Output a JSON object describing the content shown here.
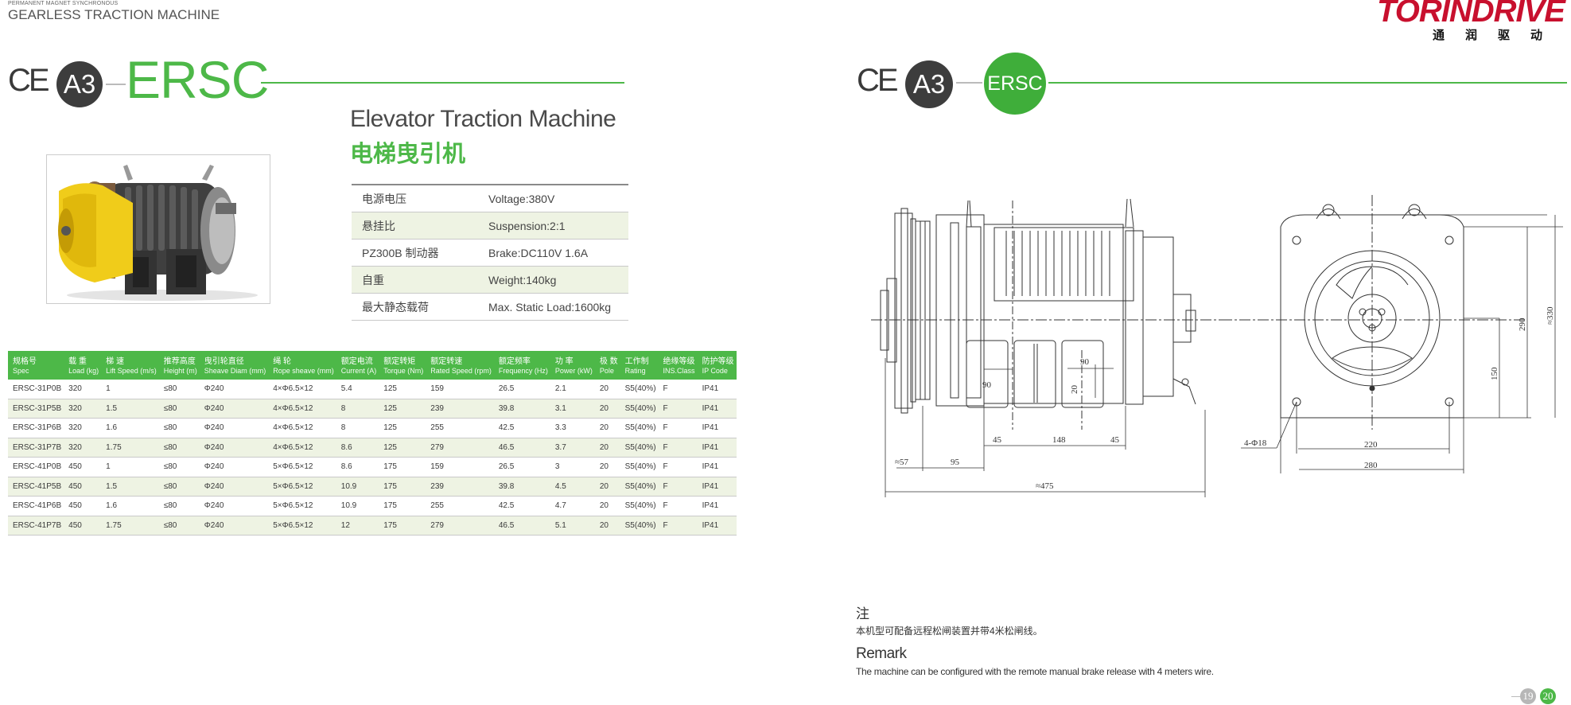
{
  "header": {
    "small_text": "PERMANENT MAGNET SYNCHRONOUS",
    "big_text": "GEARLESS TRACTION MACHINE"
  },
  "brand": {
    "logo": "TORINDRIVE",
    "logo_cn": "通润驱动",
    "colors": {
      "logo_red": "#c8102e",
      "accent_green": "#4db848",
      "dark_circle": "#3d3d3d"
    }
  },
  "left_page": {
    "ce_mark": "CE",
    "badge_a3": "A3",
    "model_title": "ERSC",
    "title_en": "Elevator Traction Machine",
    "title_cn": "电梯曳引机",
    "specs": [
      {
        "label": "电源电压",
        "value": "Voltage:380V"
      },
      {
        "label": "悬挂比",
        "value": "Suspension:2:1"
      },
      {
        "label": "PZ300B 制动器",
        "value": "Brake:DC110V 1.6A"
      },
      {
        "label": "自重",
        "value": "Weight:140kg"
      },
      {
        "label": "最大静态载荷",
        "value": "Max. Static Load:1600kg"
      }
    ],
    "table": {
      "columns": [
        {
          "cn": "规格号",
          "en": "Spec"
        },
        {
          "cn": "载 重",
          "en": "Load (kg)"
        },
        {
          "cn": "梯 速",
          "en": "Lift Speed (m/s)"
        },
        {
          "cn": "推荐高度",
          "en": "Height (m)"
        },
        {
          "cn": "曳引轮直径",
          "en": "Sheave Diam (mm)"
        },
        {
          "cn": "绳 轮",
          "en": "Rope sheave (mm)"
        },
        {
          "cn": "额定电流",
          "en": "Current (A)"
        },
        {
          "cn": "额定转矩",
          "en": "Torque (Nm)"
        },
        {
          "cn": "额定转速",
          "en": "Rated Speed (rpm)"
        },
        {
          "cn": "额定频率",
          "en": "Frequency (Hz)"
        },
        {
          "cn": "功 率",
          "en": "Power (kW)"
        },
        {
          "cn": "极 数",
          "en": "Pole"
        },
        {
          "cn": "工作制",
          "en": "Rating"
        },
        {
          "cn": "绝缘等级",
          "en": "INS.Class"
        },
        {
          "cn": "防护等级",
          "en": "IP Code"
        }
      ],
      "rows": [
        [
          "ERSC-31P0B",
          "320",
          "1",
          "≤80",
          "Φ240",
          "4×Φ6.5×12",
          "5.4",
          "125",
          "159",
          "26.5",
          "2.1",
          "20",
          "S5(40%)",
          "F",
          "IP41"
        ],
        [
          "ERSC-31P5B",
          "320",
          "1.5",
          "≤80",
          "Φ240",
          "4×Φ6.5×12",
          "8",
          "125",
          "239",
          "39.8",
          "3.1",
          "20",
          "S5(40%)",
          "F",
          "IP41"
        ],
        [
          "ERSC-31P6B",
          "320",
          "1.6",
          "≤80",
          "Φ240",
          "4×Φ6.5×12",
          "8",
          "125",
          "255",
          "42.5",
          "3.3",
          "20",
          "S5(40%)",
          "F",
          "IP41"
        ],
        [
          "ERSC-31P7B",
          "320",
          "1.75",
          "≤80",
          "Φ240",
          "4×Φ6.5×12",
          "8.6",
          "125",
          "279",
          "46.5",
          "3.7",
          "20",
          "S5(40%)",
          "F",
          "IP41"
        ],
        [
          "ERSC-41P0B",
          "450",
          "1",
          "≤80",
          "Φ240",
          "5×Φ6.5×12",
          "8.6",
          "175",
          "159",
          "26.5",
          "3",
          "20",
          "S5(40%)",
          "F",
          "IP41"
        ],
        [
          "ERSC-41P5B",
          "450",
          "1.5",
          "≤80",
          "Φ240",
          "5×Φ6.5×12",
          "10.9",
          "175",
          "239",
          "39.8",
          "4.5",
          "20",
          "S5(40%)",
          "F",
          "IP41"
        ],
        [
          "ERSC-41P6B",
          "450",
          "1.6",
          "≤80",
          "Φ240",
          "5×Φ6.5×12",
          "10.9",
          "175",
          "255",
          "42.5",
          "4.7",
          "20",
          "S5(40%)",
          "F",
          "IP41"
        ],
        [
          "ERSC-41P7B",
          "450",
          "1.75",
          "≤80",
          "Φ240",
          "5×Φ6.5×12",
          "12",
          "175",
          "279",
          "46.5",
          "5.1",
          "20",
          "S5(40%)",
          "F",
          "IP41"
        ]
      ]
    }
  },
  "right_page": {
    "ce_mark": "CE",
    "badge_a3": "A3",
    "badge_model": "ERSC",
    "dimensions": {
      "d90a": "90",
      "d90b": "90",
      "d20": "20",
      "d45a": "45",
      "d148": "148",
      "d45b": "45",
      "d57": "≈57",
      "d95": "95",
      "d475": "≈475",
      "d4phi18": "4-Φ18",
      "d220": "220",
      "d280": "280",
      "d290": "290",
      "d330": "≈330",
      "d150": "150"
    },
    "note_title": "注",
    "note_cn": "本机型可配备远程松闸装置并带4米松闸线。",
    "remark_title": "Remark",
    "remark_en": "The machine can be configured with the remote manual brake release with 4 meters wire."
  },
  "pages": {
    "left": "19",
    "right": "20"
  }
}
